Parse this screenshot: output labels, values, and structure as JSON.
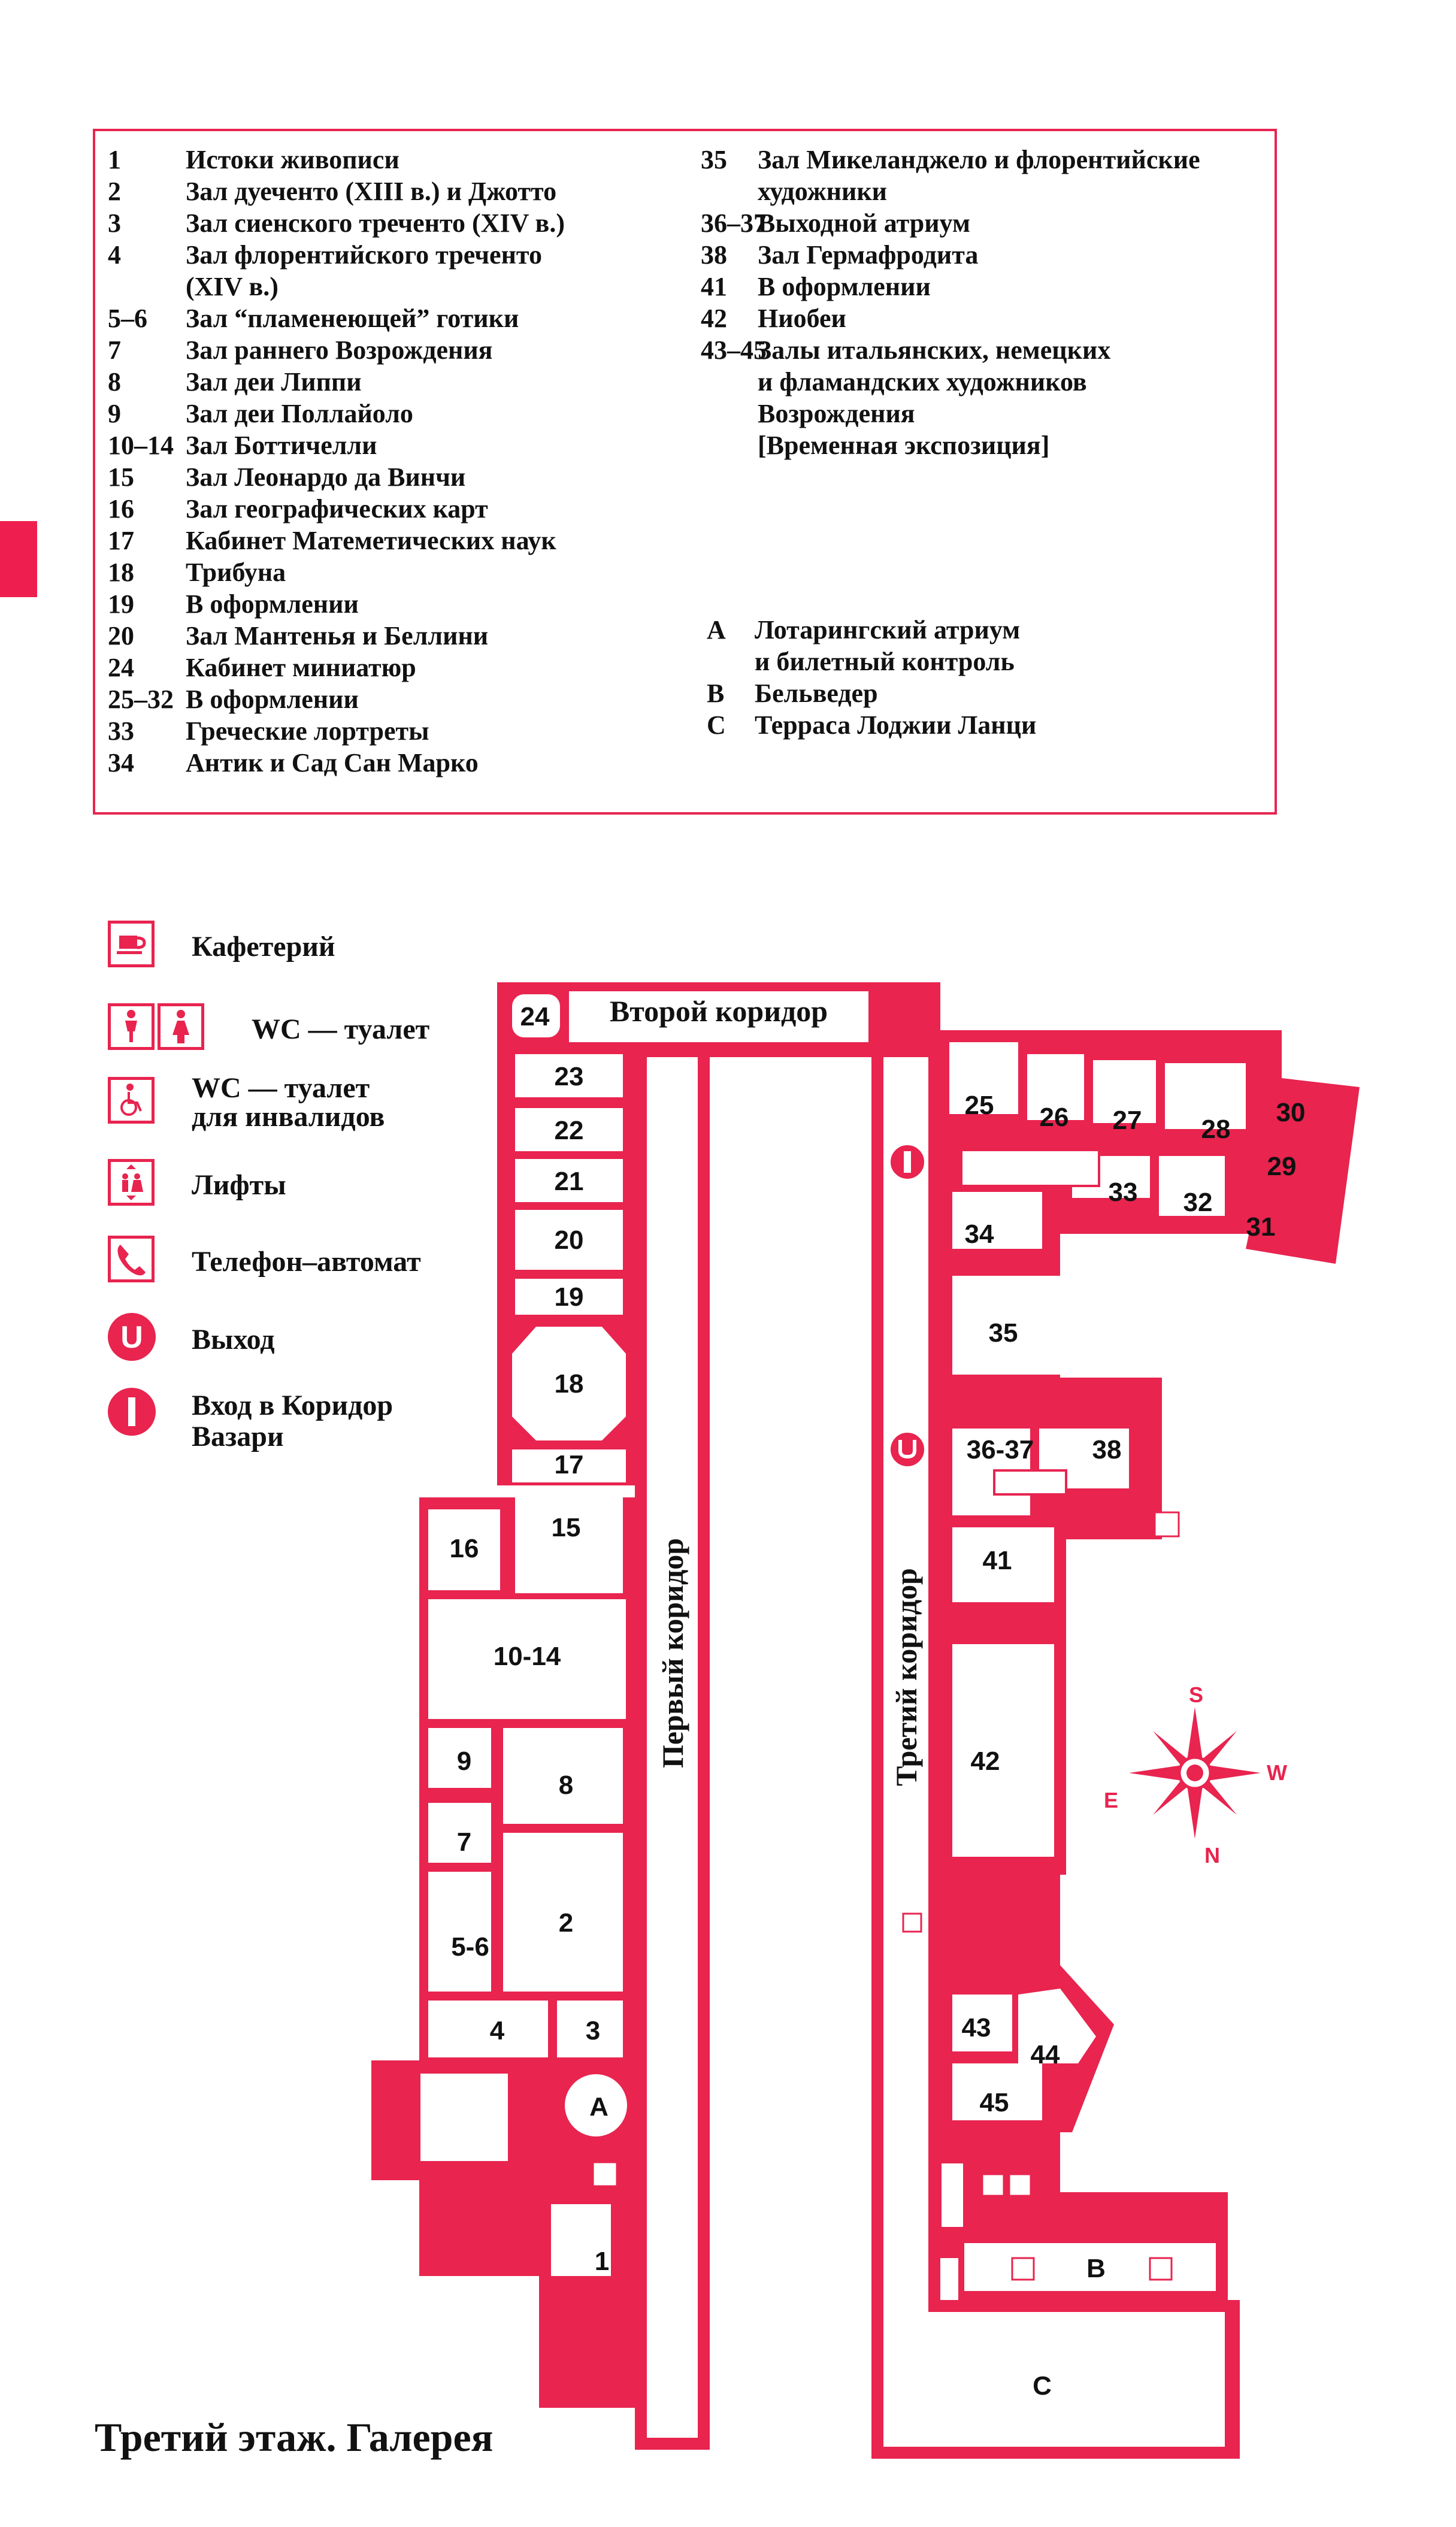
{
  "legend_left": [
    {
      "num": "1",
      "name": "Истоки живописи"
    },
    {
      "num": "2",
      "name": "Зал дуеченто (XIII в.) и Джотто"
    },
    {
      "num": "3",
      "name": "Зал сиенского треченто (XIV в.)"
    },
    {
      "num": "4",
      "name": "Зал флорентийского треченто"
    },
    {
      "num": "",
      "name": "(XIV в.)"
    },
    {
      "num": "5–6",
      "name": "Зал “пламенеющей” готики"
    },
    {
      "num": "7",
      "name": "Зал раннего Возрождения"
    },
    {
      "num": "8",
      "name": "Зал деи Липпи"
    },
    {
      "num": "9",
      "name": "Зал деи Поллайоло"
    },
    {
      "num": "10–14",
      "name": "Зал Боттичелли"
    },
    {
      "num": "15",
      "name": "Зал Леонардо да Винчи"
    },
    {
      "num": "16",
      "name": "Зал географических карт"
    },
    {
      "num": "17",
      "name": "Кабинет Матеметических наук"
    },
    {
      "num": "18",
      "name": "Трибуна"
    },
    {
      "num": "19",
      "name": "В оформлении"
    },
    {
      "num": "20",
      "name": "Зал Мантенья и Беллини"
    },
    {
      "num": "24",
      "name": "Кабинет миниатюр"
    },
    {
      "num": "25–32",
      "name": "В оформлении"
    },
    {
      "num": "33",
      "name": "Греческие лортреты"
    },
    {
      "num": "34",
      "name": "Антик и Сад Сан Марко"
    }
  ],
  "legend_right": [
    {
      "num": "35",
      "name": "Зал Микеланджело и флорентийские"
    },
    {
      "num": "",
      "name": "художники"
    },
    {
      "num": "36–37",
      "name": "Выходной атриум"
    },
    {
      "num": "38",
      "name": "Зал Гермафродита"
    },
    {
      "num": "41",
      "name": "В оформлении"
    },
    {
      "num": "42",
      "name": "Ниобеи"
    },
    {
      "num": "43–45",
      "name": "Залы итальянских, немецких"
    },
    {
      "num": "",
      "name": "и фламандских художников"
    },
    {
      "num": "",
      "name": "Возрождения"
    },
    {
      "num": "",
      "name": "[Временная экспозиция]"
    }
  ],
  "legend_letters": [
    {
      "num": "A",
      "name": "Лотарингский атриум"
    },
    {
      "num": "",
      "name": "и билетный контроль"
    },
    {
      "num": "B",
      "name": "Бельведер"
    },
    {
      "num": "C",
      "name": "Терраса Лоджии Ланци"
    }
  ],
  "symbols": {
    "cafe": "Кафетерий",
    "wc": "WC — туалет",
    "wc_disabled_1": "WC — туалет",
    "wc_disabled_2": "для инвалидов",
    "lifts": "Лифты",
    "phone": "Телефон–автомат",
    "exit": "Выход",
    "vasari_1": "Вход в Коридор",
    "vasari_2": "Вазари",
    "exit_glyph": "U",
    "vasari_glyph": "I"
  },
  "corridors": {
    "first": "Первый коридор",
    "second": "Второй коридор",
    "third": "Третий коридор"
  },
  "rooms": {
    "r1": "1",
    "r2": "2",
    "r3": "3",
    "r4": "4",
    "r56": "5-6",
    "r7": "7",
    "r8": "8",
    "r9": "9",
    "r1014": "10-14",
    "r15": "15",
    "r16": "16",
    "r17": "17",
    "r18": "18",
    "r19": "19",
    "r20": "20",
    "r21": "21",
    "r22": "22",
    "r23": "23",
    "r24": "24",
    "r25": "25",
    "r26": "26",
    "r27": "27",
    "r28": "28",
    "r29": "29",
    "r30": "30",
    "r31": "31",
    "r32": "32",
    "r33": "33",
    "r34": "34",
    "r35": "35",
    "r3637": "36-37",
    "r38": "38",
    "r41": "41",
    "r42": "42",
    "r43": "43",
    "r44": "44",
    "r45": "45",
    "rA": "A",
    "rB": "B",
    "rC": "C"
  },
  "compass": {
    "s": "S",
    "w": "W",
    "e": "E",
    "n": "N"
  },
  "title": "Третий этаж. Галерея",
  "colors": {
    "accent": "#e8244f",
    "tab": "#ee1f4f"
  }
}
